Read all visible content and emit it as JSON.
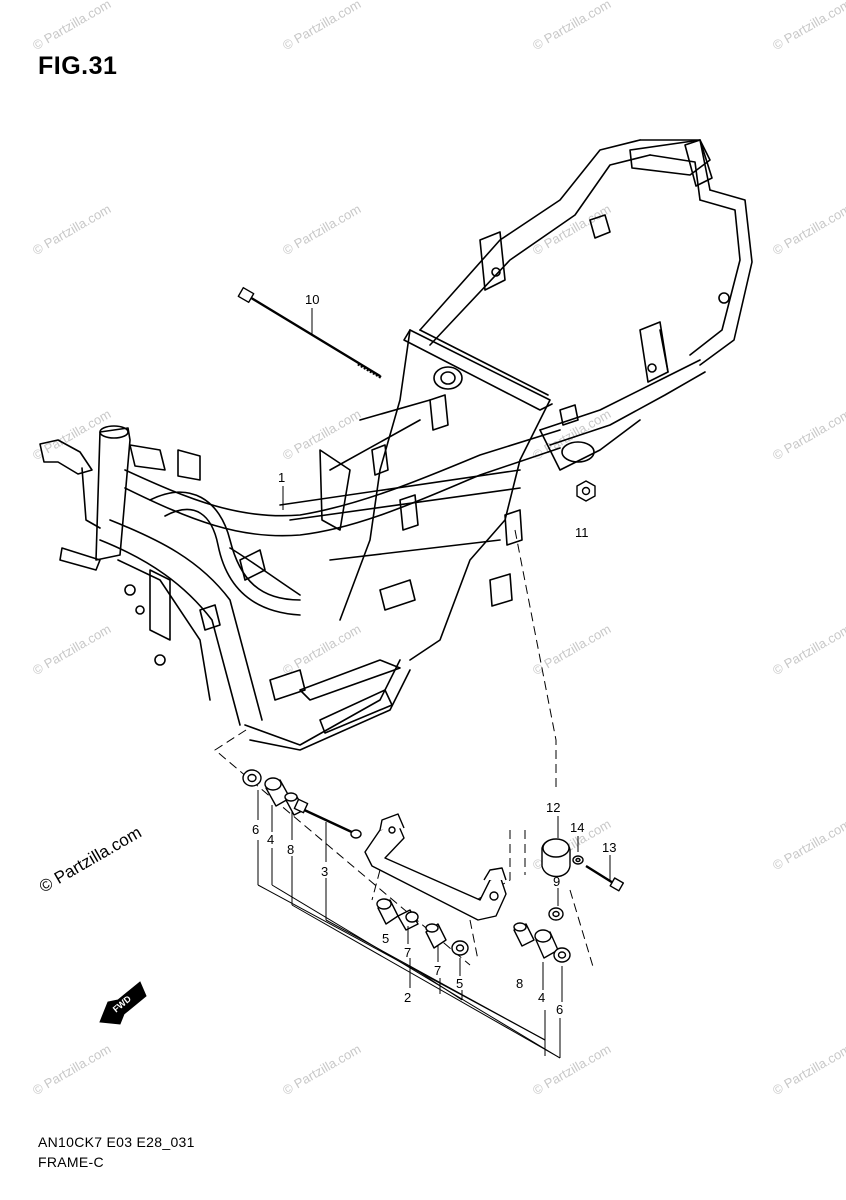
{
  "figure": {
    "title": "FIG.31"
  },
  "footer": {
    "code": "AN10CK7 E03 E28_031",
    "name": "FRAME-C"
  },
  "watermark": {
    "text": "© Partzilla.com",
    "prominent_text": "© Partzilla.com"
  },
  "callouts": {
    "c1": "1",
    "c2": "2",
    "c3": "3",
    "c4a": "4",
    "c4b": "4",
    "c5a": "5",
    "c5b": "5",
    "c6a": "6",
    "c6b": "6",
    "c7a": "7",
    "c7b": "7",
    "c8a": "8",
    "c8b": "8",
    "c9": "9",
    "c10": "10",
    "c11": "11",
    "c12": "12",
    "c13": "13",
    "c14": "14"
  },
  "arrow_label": "FWD"
}
